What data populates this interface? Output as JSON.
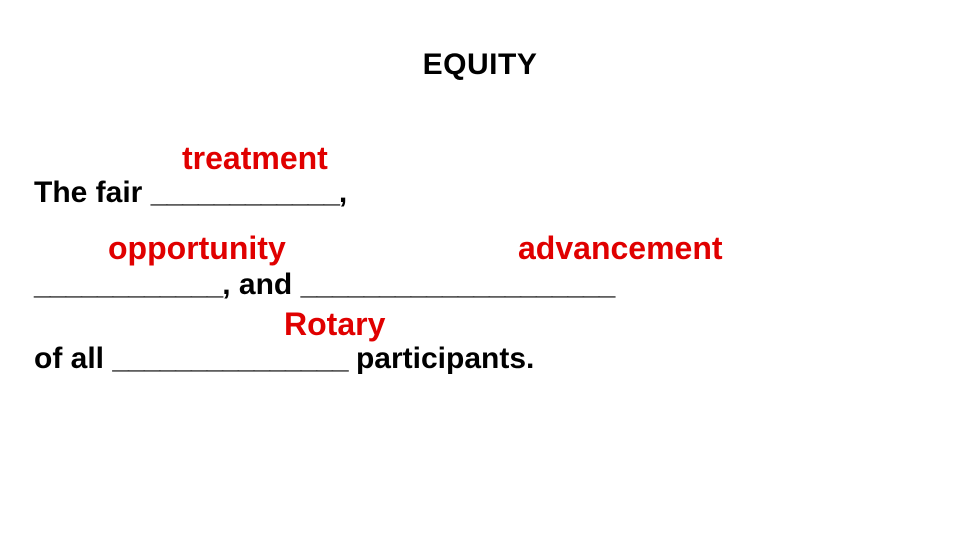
{
  "slide": {
    "title": "EQUITY",
    "lines": [
      {
        "prefix": "The fair ",
        "blank": "____________",
        "suffix": ",",
        "answer": "treatment"
      },
      {
        "prefix": "____________",
        "middle": ", and ",
        "blank2": "____________________",
        "answer_a": "opportunity",
        "answer_b": "advancement"
      },
      {
        "prefix": "of all ",
        "blank": "_______________",
        "suffix": " participants.",
        "answer": "Rotary"
      }
    ]
  },
  "colors": {
    "answer": "#e00000",
    "text": "#000000",
    "background": "#ffffff"
  }
}
